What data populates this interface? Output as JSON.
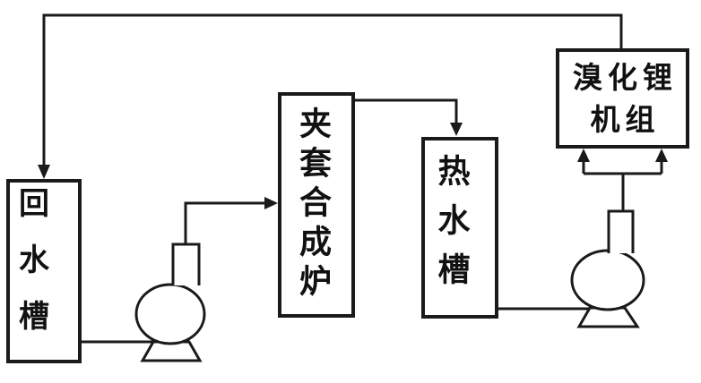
{
  "diagram": {
    "type": "process-flow-diagram",
    "background_color": "#ffffff",
    "line_color": "#1a1a1a",
    "text_color": "#111111"
  },
  "nodes": {
    "return_tank": {
      "label": "回水槽",
      "orientation": "vertical"
    },
    "furnace": {
      "label": "夹套合成炉",
      "orientation": "vertical"
    },
    "hot_tank": {
      "label": "热水槽",
      "orientation": "vertical"
    },
    "libr_unit": {
      "line1": "溴化锂",
      "line2": "机组",
      "orientation": "horizontal-two-lines"
    }
  },
  "pumps": [
    {
      "id": "pump-1",
      "position": "between return tank and furnace"
    },
    {
      "id": "pump-2",
      "position": "between hot water tank and LiBr unit"
    }
  ],
  "edges": [
    {
      "from": "libr_unit",
      "to": "return_tank",
      "path": "top of drawing, down into tank top",
      "arrow": true
    },
    {
      "from": "return_tank",
      "to": "pump-1",
      "path": "bottom horizontal line",
      "arrow": false
    },
    {
      "from": "pump-1",
      "to": "furnace",
      "path": "up then right into furnace left side",
      "arrow": true
    },
    {
      "from": "furnace",
      "to": "hot_tank",
      "path": "right from furnace top then down into tank top",
      "arrow": true
    },
    {
      "from": "hot_tank",
      "to": "pump-2",
      "path": "bottom horizontal line",
      "arrow": false
    },
    {
      "from": "pump-2",
      "to": "libr_unit",
      "path": "up, splitting into two arrows into unit bottom",
      "arrow": true,
      "arrow_count": 2
    }
  ]
}
